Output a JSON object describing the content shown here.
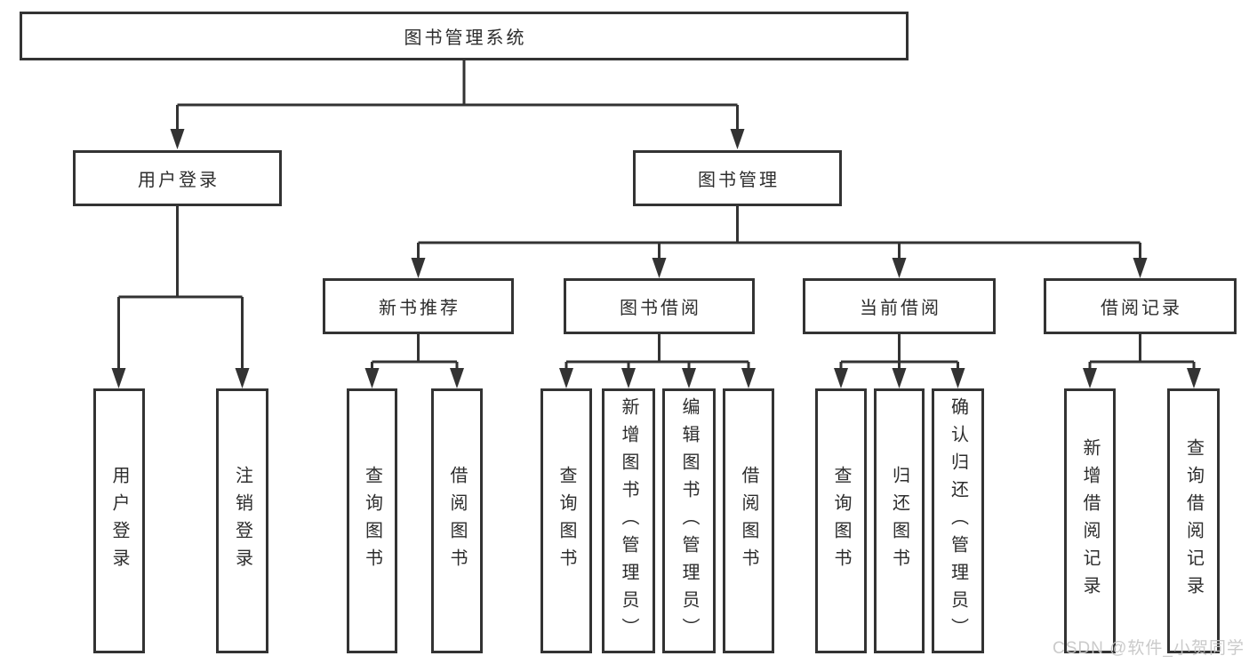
{
  "tree": {
    "root": "图书管理系统",
    "branches": [
      {
        "label": "用户登录",
        "leaves": [
          "用户登录",
          "注销登录"
        ]
      },
      {
        "label": "图书管理",
        "groups": [
          {
            "label": "新书推荐",
            "leaves": [
              "查询图书",
              "借阅图书"
            ]
          },
          {
            "label": "图书借阅",
            "leaves": [
              "查询图书",
              "新增图书（管理员）",
              "编辑图书（管理员）",
              "借阅图书"
            ]
          },
          {
            "label": "当前借阅",
            "leaves": [
              "查询图书",
              "归还图书",
              "确认归还（管理员）"
            ]
          },
          {
            "label": "借阅记录",
            "leaves": [
              "新增借阅记录",
              "查询借阅记录"
            ]
          }
        ]
      }
    ]
  },
  "watermark": "CSDN @软件_小贺同学",
  "colors": {
    "line": "#333333",
    "text": "#2d2d2d",
    "background": "#ffffff",
    "watermark": "#c6c6c6"
  }
}
